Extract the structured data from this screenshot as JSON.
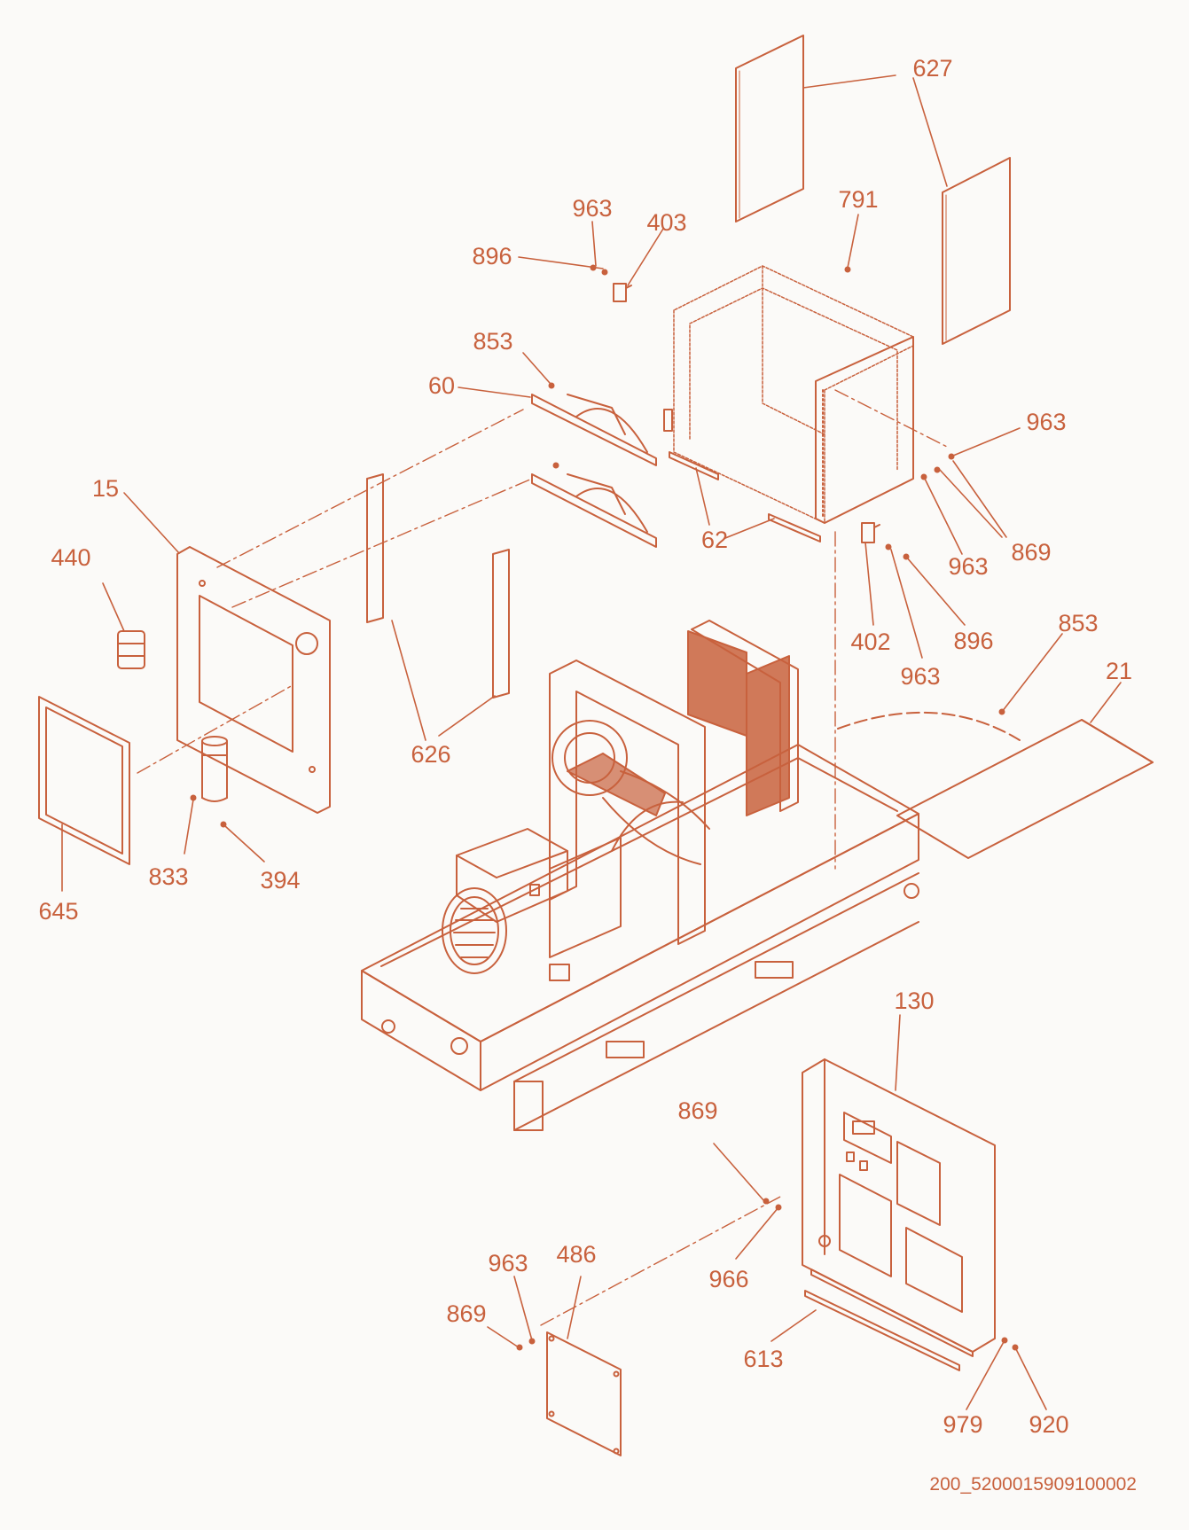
{
  "drawing": {
    "accent_color": "#c8613d",
    "background_color": "#fbfaf8",
    "drawing_code": "200_5200015909100002"
  },
  "callouts": {
    "c627": "627",
    "c963_top": "963",
    "c403": "403",
    "c791": "791",
    "c896_top": "896",
    "c853_top": "853",
    "c60": "60",
    "c963_right": "963",
    "c15": "15",
    "c62": "62",
    "c963_mid": "963",
    "c869_right": "869",
    "c440": "440",
    "c402": "402",
    "c896_right": "896",
    "c963_low": "963",
    "c853_right": "853",
    "c21": "21",
    "c626": "626",
    "c833": "833",
    "c394": "394",
    "c645": "645",
    "c130": "130",
    "c869_mid": "869",
    "c966": "966",
    "c963_bottom": "963",
    "c486": "486",
    "c869_bottom": "869",
    "c613": "613",
    "c979": "979",
    "c920": "920"
  }
}
